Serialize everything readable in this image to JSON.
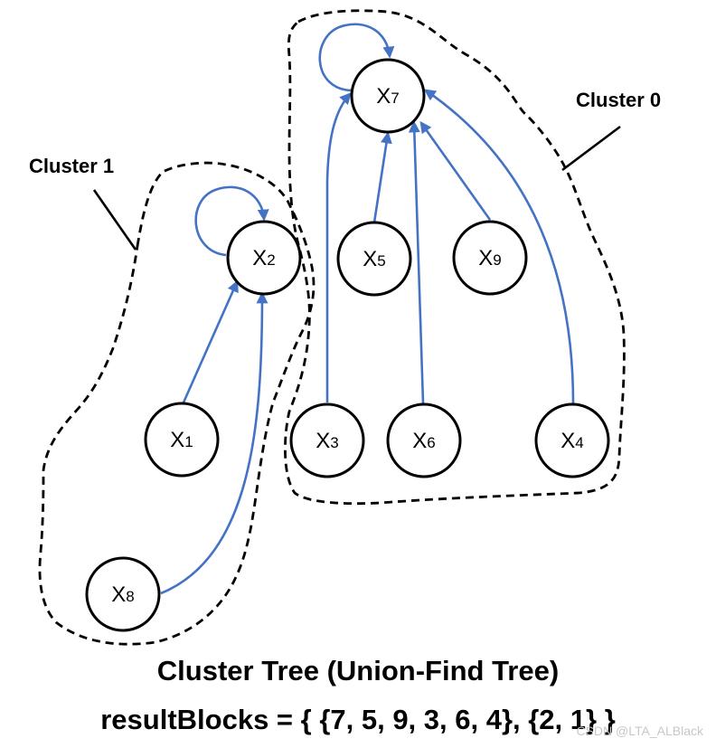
{
  "colors": {
    "edge": "#4472C4",
    "node_border": "#000000",
    "boundary": "#000000"
  },
  "diagram": {
    "nodes": [
      {
        "id": "x7",
        "base": "X",
        "sub": "7"
      },
      {
        "id": "x2",
        "base": "X",
        "sub": "2"
      },
      {
        "id": "x5",
        "base": "X",
        "sub": "5"
      },
      {
        "id": "x9",
        "base": "X",
        "sub": "9"
      },
      {
        "id": "x1",
        "base": "X",
        "sub": "1"
      },
      {
        "id": "x3",
        "base": "X",
        "sub": "3"
      },
      {
        "id": "x6",
        "base": "X",
        "sub": "6"
      },
      {
        "id": "x4",
        "base": "X",
        "sub": "4"
      },
      {
        "id": "x8",
        "base": "X",
        "sub": "8"
      }
    ],
    "edges": [
      {
        "from": "x7",
        "to": "x7"
      },
      {
        "from": "x2",
        "to": "x2"
      },
      {
        "from": "x5",
        "to": "x7"
      },
      {
        "from": "x9",
        "to": "x7"
      },
      {
        "from": "x3",
        "to": "x7"
      },
      {
        "from": "x6",
        "to": "x7"
      },
      {
        "from": "x4",
        "to": "x7"
      },
      {
        "from": "x1",
        "to": "x2"
      },
      {
        "from": "x8",
        "to": "x2"
      }
    ],
    "clusters": [
      {
        "id": "cluster-0",
        "label": "Cluster 0"
      },
      {
        "id": "cluster-1",
        "label": "Cluster 1"
      }
    ]
  },
  "caption": {
    "title": "Cluster Tree (Union-Find Tree)",
    "result": "resultBlocks = { {7, 5, 9, 3, 6, 4}, {2, 1} }"
  },
  "watermark": "CSDN @LTA_ALBlack"
}
